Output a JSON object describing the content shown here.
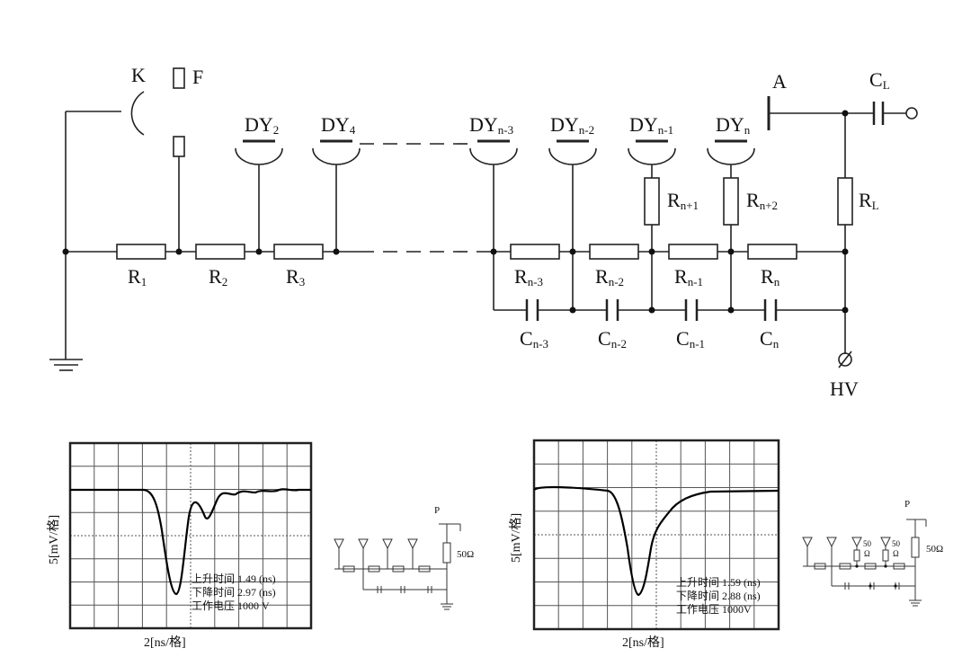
{
  "tube": {
    "cathode": "K",
    "focus": "F",
    "anode": "A",
    "dynodes": [
      {
        "base": "DY",
        "sub": "2"
      },
      {
        "base": "DY",
        "sub": "4"
      },
      {
        "base": "DY",
        "sub": "n-3"
      },
      {
        "base": "DY",
        "sub": "n-2"
      },
      {
        "base": "DY",
        "sub": "n-1"
      },
      {
        "base": "DY",
        "sub": "n"
      }
    ],
    "divider_resistors": [
      {
        "base": "R",
        "sub": "1"
      },
      {
        "base": "R",
        "sub": "2"
      },
      {
        "base": "R",
        "sub": "3"
      },
      {
        "base": "R",
        "sub": "n-3"
      },
      {
        "base": "R",
        "sub": "n-2"
      },
      {
        "base": "R",
        "sub": "n-1"
      },
      {
        "base": "R",
        "sub": "n"
      }
    ],
    "series_resistors": [
      {
        "base": "R",
        "sub": "n+1"
      },
      {
        "base": "R",
        "sub": "n+2"
      }
    ],
    "load_resistor": {
      "base": "R",
      "sub": "L"
    },
    "load_capacitor": {
      "base": "C",
      "sub": "L"
    },
    "capacitors": [
      {
        "base": "C",
        "sub": "n-3"
      },
      {
        "base": "C",
        "sub": "n-2"
      },
      {
        "base": "C",
        "sub": "n-1"
      },
      {
        "base": "C",
        "sub": "n"
      }
    ],
    "hv_label": "HV"
  },
  "scopes": [
    {
      "y_label": "5[mV/格]",
      "x_label": "2[ns/格]",
      "rise": "上升时间 1.49 (ns)",
      "fall": "下降时间 2.97 (ns)",
      "voltage": "工作电压  1000 V"
    },
    {
      "y_label": "5[mV/格]",
      "x_label": "2[ns/格]",
      "rise": "上升时间 1.59 (ns)",
      "fall": "下降时间  2.88 (ns)",
      "voltage": "工作电压  1000V"
    }
  ],
  "mini_circuits": [
    {
      "probe": "P",
      "resistor": "50Ω"
    },
    {
      "probe": "P",
      "resistor": "50Ω",
      "series": [
        "50",
        "Ω",
        "50",
        "Ω"
      ]
    }
  ]
}
